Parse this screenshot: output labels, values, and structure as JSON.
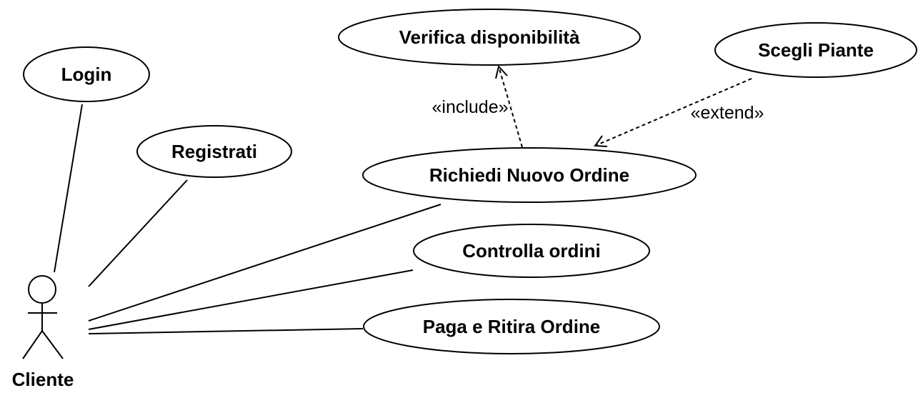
{
  "actor": {
    "name": "Cliente"
  },
  "use_cases": {
    "login": "Login",
    "registrati": "Registrati",
    "verifica": "Verifica disponibilità",
    "scegli": "Scegli Piante",
    "richiedi": "Richiedi Nuovo Ordine",
    "controlla": "Controlla ordini",
    "paga": "Paga e Ritira Ordine"
  },
  "relations": {
    "include": "«include»",
    "extend": "«extend»"
  }
}
